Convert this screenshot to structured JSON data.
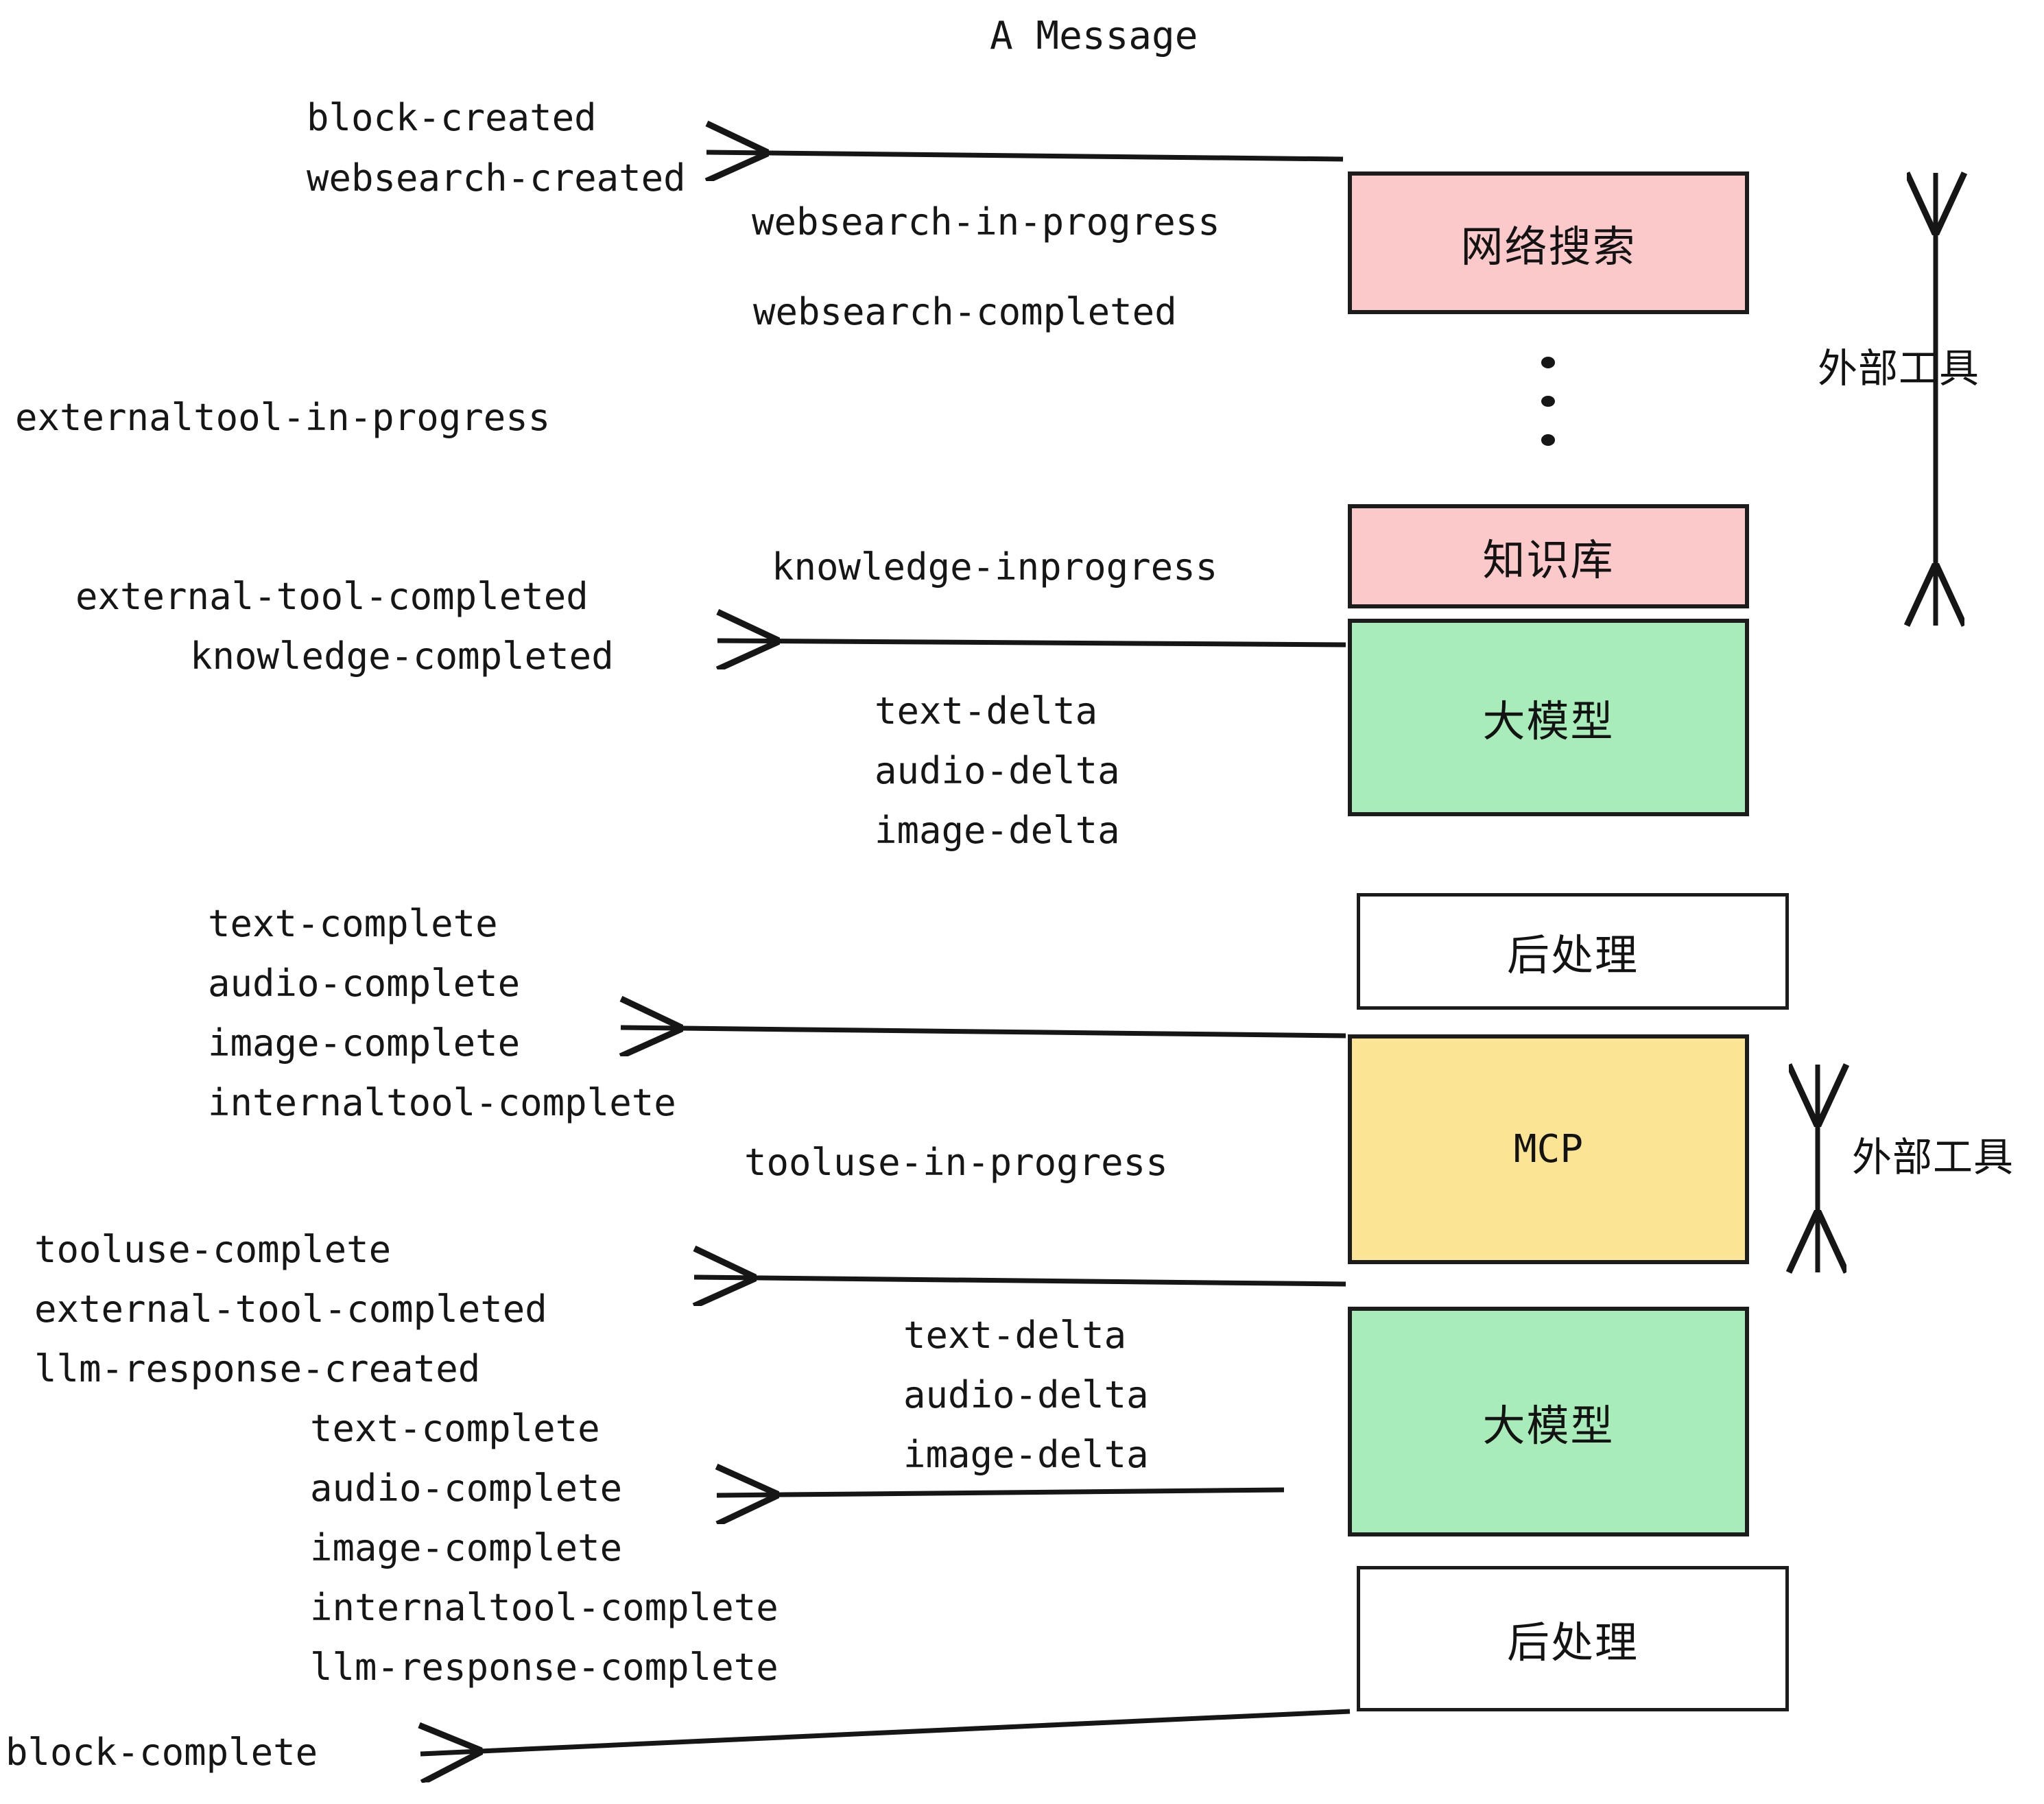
{
  "title": "A Message",
  "colors": {
    "pink": "#fbc9c9",
    "green": "#a8ecb9",
    "yellow": "#fbe493",
    "white": "#ffffff",
    "stroke": "#1c1c1c",
    "text": "#161616"
  },
  "boxes": [
    {
      "id": "websearch",
      "label": "网络搜索",
      "fill": "#fbc9c9",
      "mono": false
    },
    {
      "id": "knowledge",
      "label": "知识库",
      "fill": "#fbc9c9",
      "mono": false
    },
    {
      "id": "llm-top",
      "label": "大模型",
      "fill": "#a8ecb9",
      "mono": false
    },
    {
      "id": "postprocess-top",
      "label": "后处理",
      "fill": "#ffffff",
      "mono": false
    },
    {
      "id": "mcp",
      "label": "MCP",
      "fill": "#fbe493",
      "mono": true
    },
    {
      "id": "llm-bottom",
      "label": "大模型",
      "fill": "#a8ecb9",
      "mono": false
    },
    {
      "id": "postprocess-bottom",
      "label": "后处理",
      "fill": "#ffffff",
      "mono": false
    }
  ],
  "side_labels": [
    {
      "id": "external-tools-top",
      "text": "外部工具"
    },
    {
      "id": "external-tools-bottom",
      "text": "外部工具"
    }
  ],
  "events": [
    {
      "id": "block-created",
      "text": "block-created"
    },
    {
      "id": "websearch-created",
      "text": "websearch-created"
    },
    {
      "id": "websearch-in-progress",
      "text": "websearch-in-progress"
    },
    {
      "id": "websearch-completed",
      "text": "websearch-completed"
    },
    {
      "id": "externaltool-in-progress",
      "text": "externaltool-in-progress"
    },
    {
      "id": "knowledge-inprogress",
      "text": "knowledge-inprogress"
    },
    {
      "id": "external-tool-completed-1",
      "text": "external-tool-completed"
    },
    {
      "id": "knowledge-completed",
      "text": "knowledge-completed"
    },
    {
      "id": "text-delta-1",
      "text": "text-delta"
    },
    {
      "id": "audio-delta-1",
      "text": "audio-delta"
    },
    {
      "id": "image-delta-1",
      "text": "image-delta"
    },
    {
      "id": "text-complete-1",
      "text": "text-complete"
    },
    {
      "id": "audio-complete-1",
      "text": "audio-complete"
    },
    {
      "id": "image-complete-1",
      "text": "image-complete"
    },
    {
      "id": "internaltool-complete-1",
      "text": "internaltool-complete"
    },
    {
      "id": "tooluse-in-progress",
      "text": "tooluse-in-progress"
    },
    {
      "id": "tooluse-complete",
      "text": "tooluse-complete"
    },
    {
      "id": "external-tool-completed-2",
      "text": "external-tool-completed"
    },
    {
      "id": "llm-response-created",
      "text": "llm-response-created"
    },
    {
      "id": "text-delta-2",
      "text": "text-delta"
    },
    {
      "id": "audio-delta-2",
      "text": "audio-delta"
    },
    {
      "id": "image-delta-2",
      "text": "image-delta"
    },
    {
      "id": "text-complete-2",
      "text": "text-complete"
    },
    {
      "id": "audio-complete-2",
      "text": "audio-complete"
    },
    {
      "id": "image-complete-2",
      "text": "image-complete"
    },
    {
      "id": "internaltool-complete-2",
      "text": "internaltool-complete"
    },
    {
      "id": "llm-response-complete",
      "text": "llm-response-complete"
    },
    {
      "id": "block-complete",
      "text": "block-complete"
    }
  ]
}
